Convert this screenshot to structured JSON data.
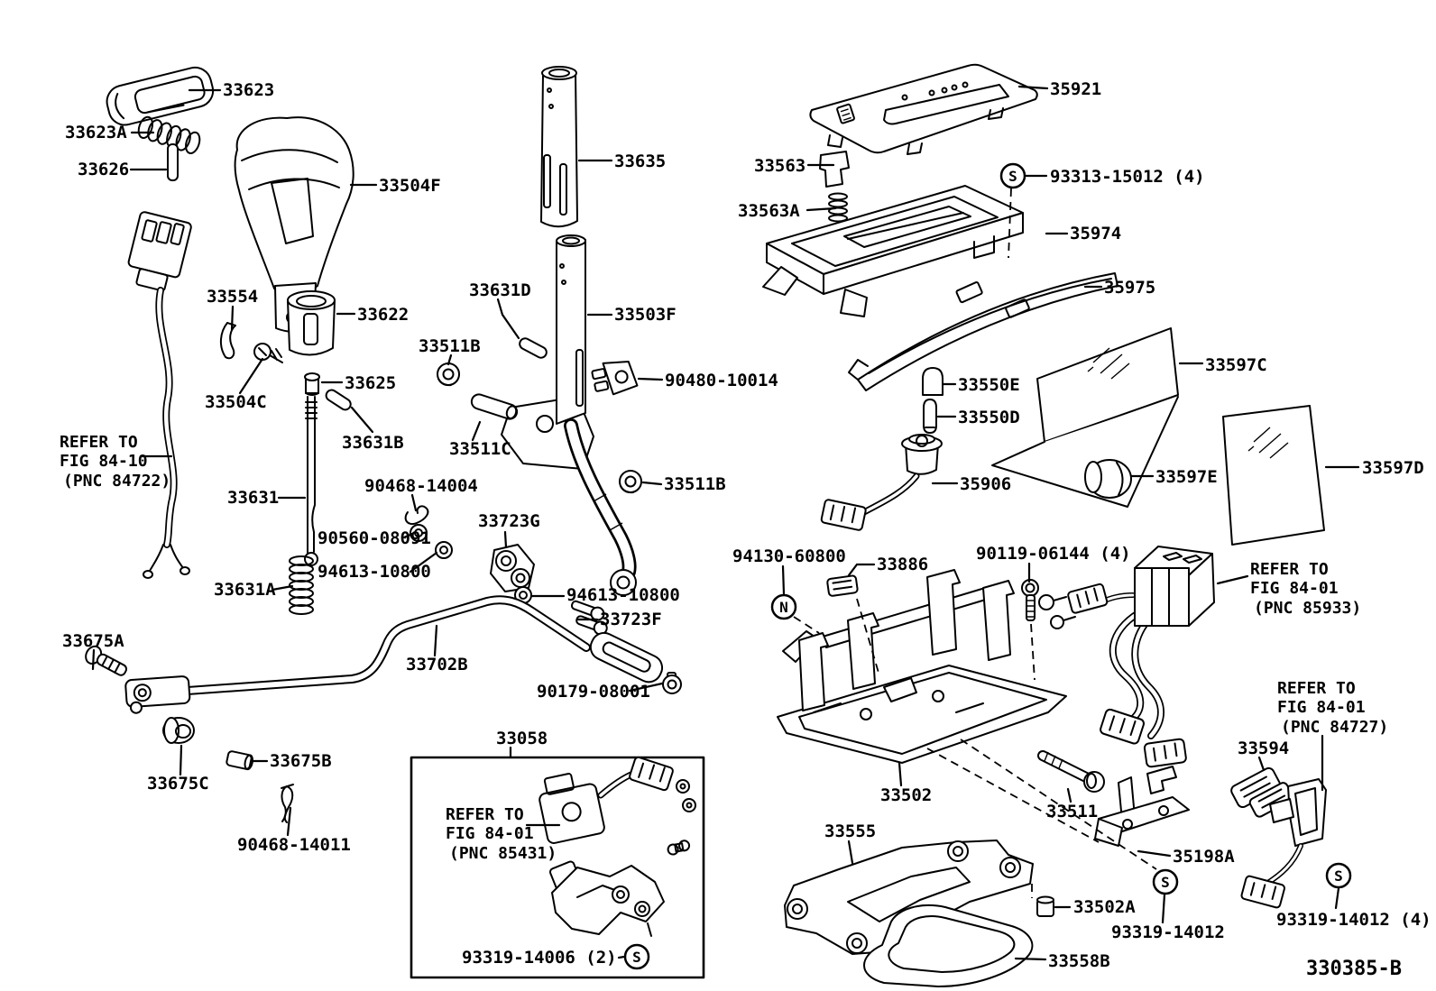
{
  "drawing_number": "330385-B",
  "symbols": {
    "s": "S",
    "n": "N"
  },
  "refer_blocks": [
    {
      "lines": [
        "REFER TO",
        "FIG 84-10",
        "(PNC 84722)"
      ]
    },
    {
      "lines": [
        "REFER TO",
        "FIG 84-01",
        "(PNC 85431)"
      ]
    },
    {
      "lines": [
        "REFER TO",
        "FIG 84-01",
        "(PNC 85933)"
      ]
    },
    {
      "lines": [
        "REFER TO",
        "FIG 84-01",
        "(PNC 84727)"
      ]
    }
  ],
  "callouts": [
    {
      "id": "33623",
      "text": "33623"
    },
    {
      "id": "33623A",
      "text": "33623A"
    },
    {
      "id": "33626",
      "text": "33626"
    },
    {
      "id": "33504F",
      "text": "33504F"
    },
    {
      "id": "33554",
      "text": "33554"
    },
    {
      "id": "33622",
      "text": "33622"
    },
    {
      "id": "33625",
      "text": "33625"
    },
    {
      "id": "33504C",
      "text": "33504C"
    },
    {
      "id": "33631B",
      "text": "33631B"
    },
    {
      "id": "33631",
      "text": "33631"
    },
    {
      "id": "90468-14004",
      "text": "90468-14004"
    },
    {
      "id": "90560-08091",
      "text": "90560-08091"
    },
    {
      "id": "94613-10800-a",
      "text": "94613-10800"
    },
    {
      "id": "33631A",
      "text": "33631A"
    },
    {
      "id": "33723G",
      "text": "33723G"
    },
    {
      "id": "33511B-a",
      "text": "33511B"
    },
    {
      "id": "33511C",
      "text": "33511C"
    },
    {
      "id": "90480-10014",
      "text": "90480-10014"
    },
    {
      "id": "33511B-b",
      "text": "33511B"
    },
    {
      "id": "33635",
      "text": "33635"
    },
    {
      "id": "33631D",
      "text": "33631D"
    },
    {
      "id": "33503F",
      "text": "33503F"
    },
    {
      "id": "94613-10800-b",
      "text": "94613-10800"
    },
    {
      "id": "33723F",
      "text": "33723F"
    },
    {
      "id": "33702B",
      "text": "33702B"
    },
    {
      "id": "90179-08001",
      "text": "90179-08001"
    },
    {
      "id": "33675A",
      "text": "33675A"
    },
    {
      "id": "33675C",
      "text": "33675C"
    },
    {
      "id": "33675B",
      "text": "33675B"
    },
    {
      "id": "90468-14011",
      "text": "90468-14011"
    },
    {
      "id": "33058",
      "text": "33058"
    },
    {
      "id": "93319-14006-2",
      "text": "93319-14006 (2)"
    },
    {
      "id": "35921",
      "text": "35921"
    },
    {
      "id": "33563",
      "text": "33563"
    },
    {
      "id": "93313-15012-4",
      "text": "93313-15012 (4)"
    },
    {
      "id": "33563A",
      "text": "33563A"
    },
    {
      "id": "35974",
      "text": "35974"
    },
    {
      "id": "35975",
      "text": "35975"
    },
    {
      "id": "33597C",
      "text": "33597C"
    },
    {
      "id": "33550E",
      "text": "33550E"
    },
    {
      "id": "33550D",
      "text": "33550D"
    },
    {
      "id": "35906",
      "text": "35906"
    },
    {
      "id": "33597E",
      "text": "33597E"
    },
    {
      "id": "33597D",
      "text": "33597D"
    },
    {
      "id": "94130-60800",
      "text": "94130-60800"
    },
    {
      "id": "33886",
      "text": "33886"
    },
    {
      "id": "90119-06144-4",
      "text": "90119-06144 (4)"
    },
    {
      "id": "33502",
      "text": "33502"
    },
    {
      "id": "33511",
      "text": "33511"
    },
    {
      "id": "33555",
      "text": "33555"
    },
    {
      "id": "35198A",
      "text": "35198A"
    },
    {
      "id": "33502A",
      "text": "33502A"
    },
    {
      "id": "93319-14012",
      "text": "93319-14012"
    },
    {
      "id": "33558B",
      "text": "33558B"
    },
    {
      "id": "33594",
      "text": "33594"
    },
    {
      "id": "93319-14012-4",
      "text": "93319-14012 (4)"
    }
  ]
}
